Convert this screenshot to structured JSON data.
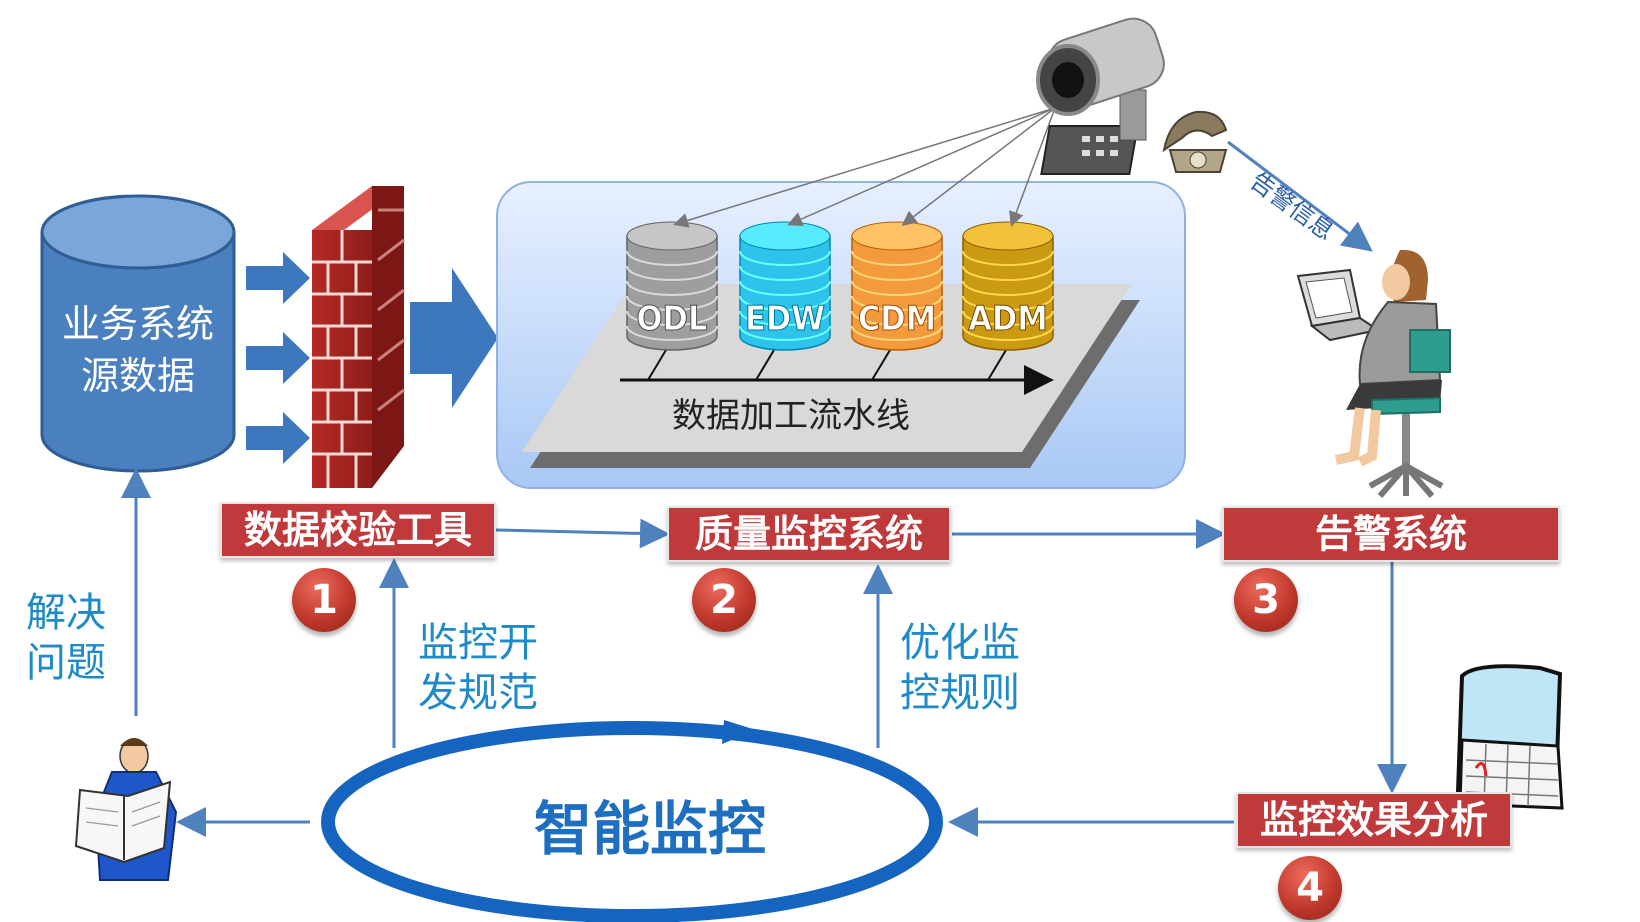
{
  "source": {
    "label_line1": "业务系统",
    "label_line2": "源数据"
  },
  "pipeline": {
    "caption": "数据加工流水线",
    "databases": [
      {
        "label": "ODL",
        "color": "#9e9e9e"
      },
      {
        "label": "EDW",
        "color": "#2ec3ea"
      },
      {
        "label": "CDM",
        "color": "#f39a3c"
      },
      {
        "label": "ADM",
        "color": "#c99a12"
      }
    ]
  },
  "stages": [
    {
      "label": "数据校验工具",
      "number": "1"
    },
    {
      "label": "质量监控系统",
      "number": "2"
    },
    {
      "label": "告警系统",
      "number": "3"
    },
    {
      "label": "监控效果分析",
      "number": "4"
    }
  ],
  "annotations": {
    "resolve_line1": "解决",
    "resolve_line2": "问题",
    "dev_line1": "监控开",
    "dev_line2": "发规范",
    "optimize_line1": "优化监",
    "optimize_line2": "控规则",
    "alert_info": "告警信息"
  },
  "center_loop": {
    "label": "智能监控"
  },
  "colors": {
    "stage_red": "#c0393b",
    "arrow_blue": "#4f81bd",
    "annotation_blue": "#1e8bc8",
    "loop_blue": "#1565c0",
    "source_db_blue": "#4a7fc0"
  }
}
